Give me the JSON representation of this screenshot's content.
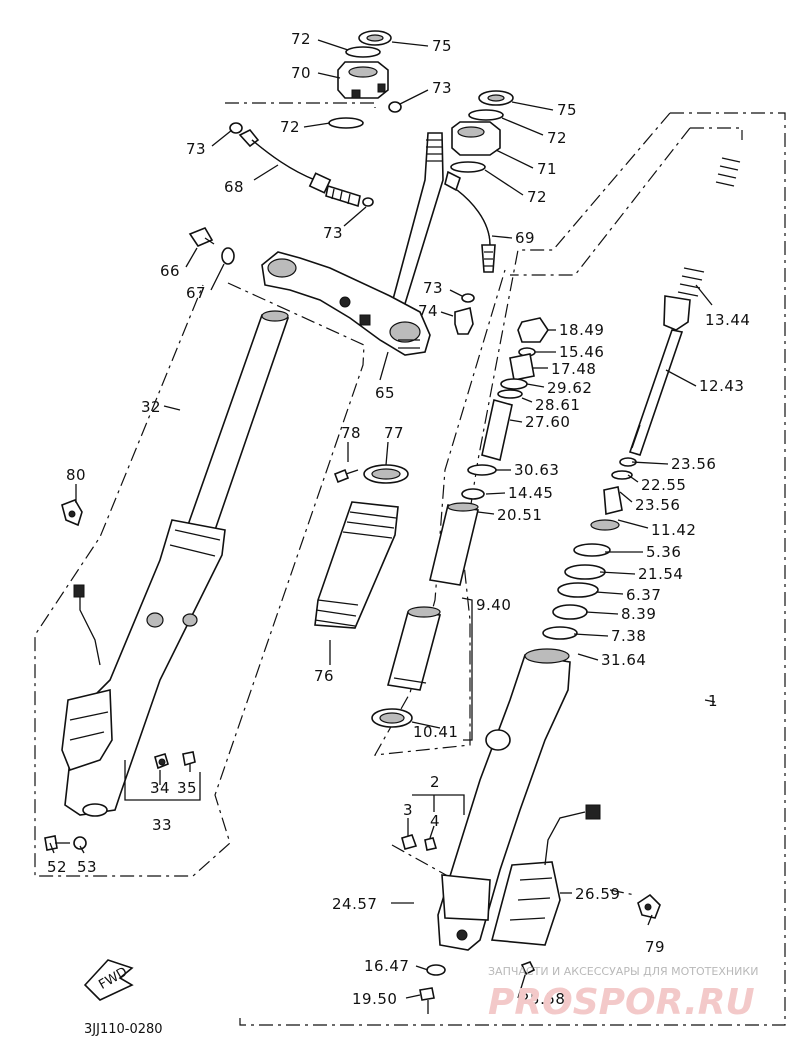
{
  "diagram_code": "3JJ110-0280",
  "fwd_mark": "FWD",
  "callouts": [
    {
      "id": "72a",
      "text": "72"
    },
    {
      "id": "75a",
      "text": "75"
    },
    {
      "id": "70",
      "text": "70"
    },
    {
      "id": "73a",
      "text": "73"
    },
    {
      "id": "73b",
      "text": "73"
    },
    {
      "id": "72b",
      "text": "72"
    },
    {
      "id": "75b",
      "text": "75"
    },
    {
      "id": "72c",
      "text": "72"
    },
    {
      "id": "71",
      "text": "71"
    },
    {
      "id": "72d",
      "text": "72"
    },
    {
      "id": "68",
      "text": "68"
    },
    {
      "id": "73c",
      "text": "73"
    },
    {
      "id": "69",
      "text": "69"
    },
    {
      "id": "66",
      "text": "66"
    },
    {
      "id": "67",
      "text": "67"
    },
    {
      "id": "73d",
      "text": "73"
    },
    {
      "id": "74",
      "text": "74"
    },
    {
      "id": "65",
      "text": "65"
    },
    {
      "id": "32",
      "text": "32"
    },
    {
      "id": "18.49",
      "text": "18.49"
    },
    {
      "id": "15.46",
      "text": "15.46"
    },
    {
      "id": "17.48",
      "text": "17.48"
    },
    {
      "id": "29.62",
      "text": "29.62"
    },
    {
      "id": "28.61",
      "text": "28.61"
    },
    {
      "id": "27.60",
      "text": "27.60"
    },
    {
      "id": "13.44",
      "text": "13.44"
    },
    {
      "id": "12.43",
      "text": "12.43"
    },
    {
      "id": "78",
      "text": "78"
    },
    {
      "id": "77",
      "text": "77"
    },
    {
      "id": "30.63",
      "text": "30.63"
    },
    {
      "id": "23.56a",
      "text": "23.56"
    },
    {
      "id": "22.55",
      "text": "22.55"
    },
    {
      "id": "23.56b",
      "text": "23.56"
    },
    {
      "id": "14.45",
      "text": "14.45"
    },
    {
      "id": "20.51",
      "text": "20.51"
    },
    {
      "id": "11.42",
      "text": "11.42"
    },
    {
      "id": "5.36",
      "text": "5.36"
    },
    {
      "id": "21.54",
      "text": "21.54"
    },
    {
      "id": "6.37",
      "text": "6.37"
    },
    {
      "id": "80",
      "text": "80"
    },
    {
      "id": "9.40",
      "text": "9.40"
    },
    {
      "id": "8.39",
      "text": "8.39"
    },
    {
      "id": "7.38",
      "text": "7.38"
    },
    {
      "id": "31.64",
      "text": "31.64"
    },
    {
      "id": "76",
      "text": "76"
    },
    {
      "id": "1",
      "text": "1"
    },
    {
      "id": "10.41",
      "text": "10.41"
    },
    {
      "id": "34",
      "text": "34"
    },
    {
      "id": "35",
      "text": "35"
    },
    {
      "id": "33",
      "text": "33"
    },
    {
      "id": "2",
      "text": "2"
    },
    {
      "id": "3",
      "text": "3"
    },
    {
      "id": "4",
      "text": "4"
    },
    {
      "id": "52",
      "text": "52"
    },
    {
      "id": "53",
      "text": "53"
    },
    {
      "id": "26.59",
      "text": "26.59"
    },
    {
      "id": "24.57",
      "text": "24.57"
    },
    {
      "id": "79",
      "text": "79"
    },
    {
      "id": "16.47",
      "text": "16.47"
    },
    {
      "id": "19.50",
      "text": "19.50"
    },
    {
      "id": "25.58",
      "text": "25.58"
    }
  ],
  "watermark": {
    "tagline": "ЗАПЧАСТИ И АКСЕССУАРЫ ДЛЯ МОТОТЕХНИКИ",
    "logo": "PROSPOR.RU"
  },
  "colors": {
    "line": "#111111",
    "watermark_red": "#f3c9c9",
    "watermark_grey": "#b9b9b9"
  }
}
